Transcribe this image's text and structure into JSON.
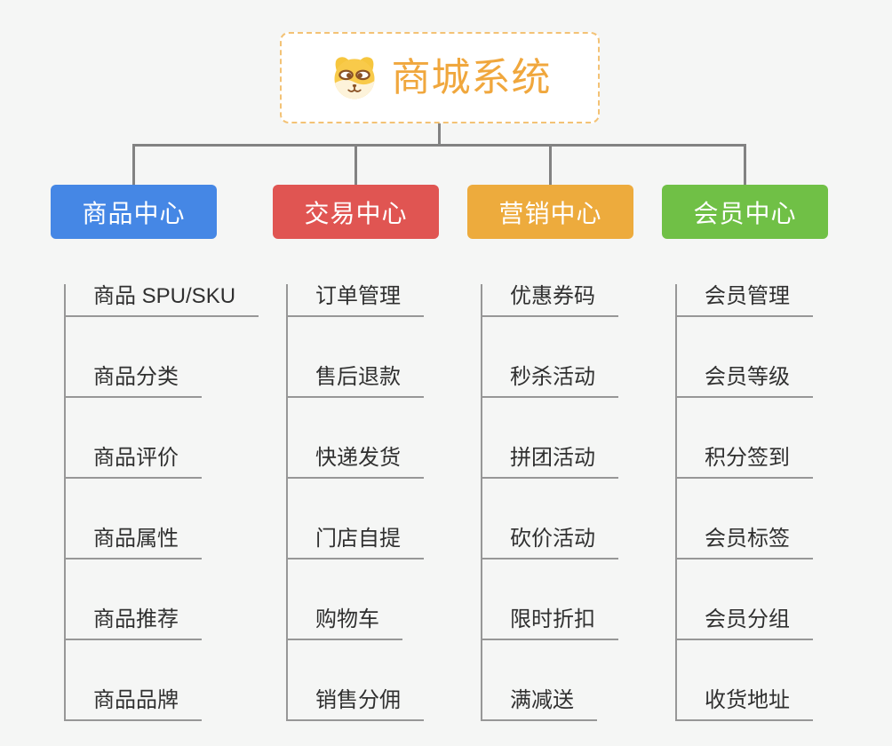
{
  "root": {
    "title": "商城系统",
    "icon": "shiba-dog-icon"
  },
  "branches": [
    {
      "label": "商品中心",
      "color": "#4587e5",
      "children": [
        "商品 SPU/SKU",
        "商品分类",
        "商品评价",
        "商品属性",
        "商品推荐",
        "商品品牌"
      ]
    },
    {
      "label": "交易中心",
      "color": "#e05552",
      "children": [
        "订单管理",
        "售后退款",
        "快递发货",
        "门店自提",
        "购物车",
        "销售分佣"
      ]
    },
    {
      "label": "营销中心",
      "color": "#edab3d",
      "children": [
        "优惠券码",
        "秒杀活动",
        "拼团活动",
        "砍价活动",
        "限时折扣",
        "满减送"
      ]
    },
    {
      "label": "会员中心",
      "color": "#70c046",
      "children": [
        "会员管理",
        "会员等级",
        "积分签到",
        "会员标签",
        "会员分组",
        "收货地址"
      ]
    }
  ],
  "colors": {
    "background": "#f5f6f5",
    "root_text": "#f0a73d",
    "root_border": "#f3c275",
    "connector": "#828282",
    "leaf_line": "#979797",
    "leaf_text": "#303030"
  }
}
